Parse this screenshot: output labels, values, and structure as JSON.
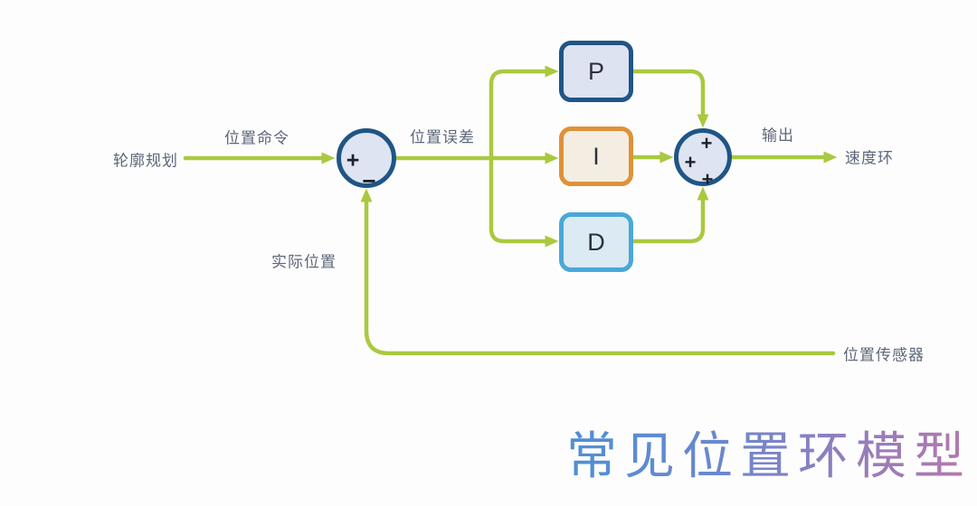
{
  "diagram": {
    "labels": {
      "contour_planning": "轮廓规划",
      "position_command": "位置命令",
      "position_error": "位置误差",
      "actual_position": "实际位置",
      "output": "输出",
      "velocity_loop": "速度环",
      "position_sensor": "位置传感器"
    },
    "blocks": [
      {
        "id": "proportional",
        "label": "P"
      },
      {
        "id": "integral",
        "label": "I"
      },
      {
        "id": "derivative",
        "label": "D"
      }
    ],
    "junctions": {
      "error": {
        "signs": [
          "+",
          "−"
        ]
      },
      "sum": {
        "signs": [
          "+",
          "+",
          "+"
        ]
      }
    },
    "title": "常见位置环模型",
    "colors": {
      "wire_green": "#a9c93f",
      "p_block_border": "#1f5586",
      "p_block_fill": "#dde3f1",
      "i_block_border": "#df9138",
      "i_block_fill": "#f4eee2",
      "d_block_border": "#49a8d8",
      "d_block_fill": "#dcebf3",
      "junction_border": "#1f5586",
      "junction_fill": "#dee4f2",
      "label_text": "#5d6779",
      "title_gradient_start": "#4e8fd6",
      "title_gradient_mid": "#8d7fc0",
      "title_gradient_end": "#b478ad"
    }
  }
}
